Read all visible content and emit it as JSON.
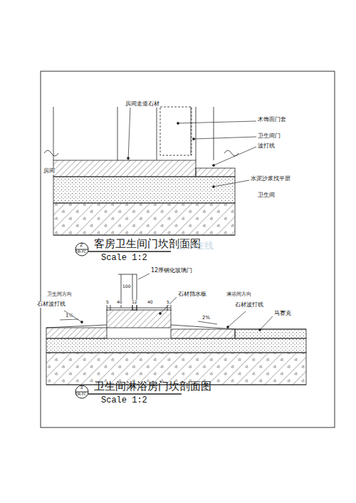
{
  "diagram": {
    "labels": [
      "房间走道石材",
      "木饰面门套",
      "卫生间门",
      "波打线",
      "房间",
      "水泥沙浆找平层",
      "卫生间",
      "2",
      "DR-FC",
      "客房卫生间门坎剖面图",
      "Scale 1:2",
      "土木在线",
      "12厚钢化玻璃门",
      "100",
      "卫生间方向",
      "淋浴间方向",
      "石材波打线",
      "1%",
      "石材挡水板",
      "石材波打线",
      "2%",
      "马赛克",
      "5",
      "40",
      "12",
      "40",
      "5",
      "3",
      "DR-FC",
      "卫生间淋浴房门坎剖面图",
      "Scale 1:2"
    ]
  }
}
